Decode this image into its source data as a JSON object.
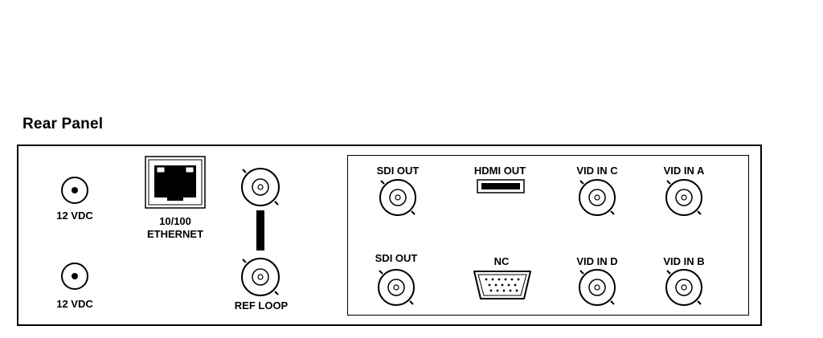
{
  "title": "Rear Panel",
  "connectors": {
    "dc1": "12 VDC",
    "dc2": "12 VDC",
    "ethernet_line1": "10/100",
    "ethernet_line2": "ETHERNET",
    "ref_loop": "REF LOOP",
    "sdi_out_top": "SDI OUT",
    "hdmi_out": "HDMI OUT",
    "vid_in_c": "VID IN C",
    "vid_in_a": "VID IN A",
    "sdi_out_bottom": "SDI OUT",
    "nc": "NC",
    "vid_in_d": "VID IN D",
    "vid_in_b": "VID IN B"
  }
}
